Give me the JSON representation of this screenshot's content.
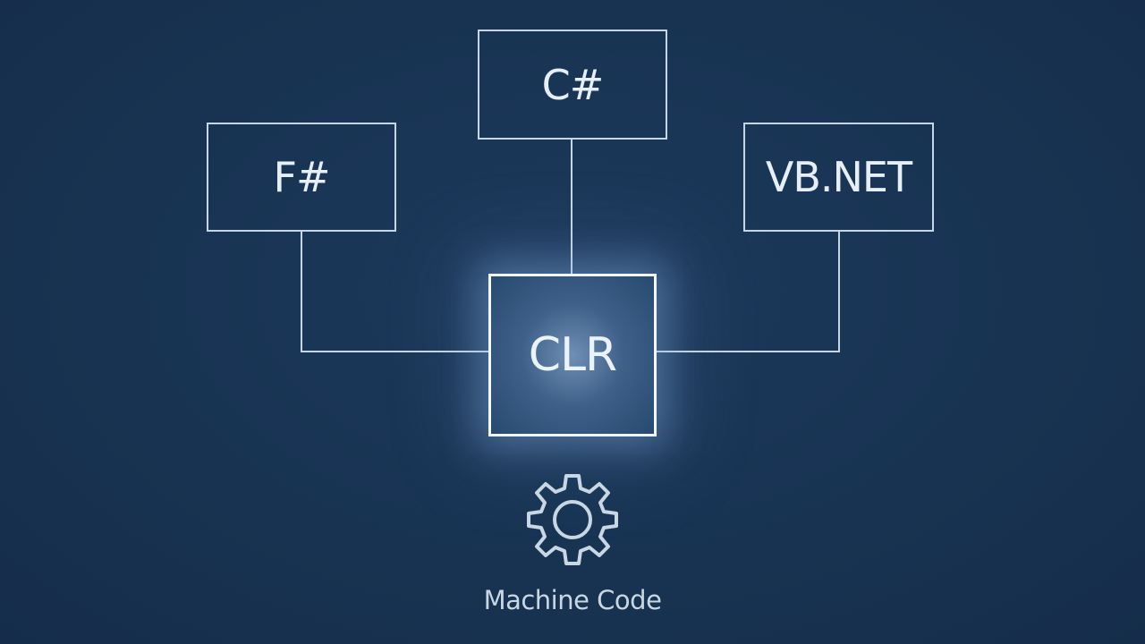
{
  "diagram": {
    "top_node": {
      "label": "C#"
    },
    "left_node": {
      "label": "F#"
    },
    "right_node": {
      "label": "VB.NET"
    },
    "center_node": {
      "label": "CLR"
    },
    "output": {
      "icon": "gear-icon",
      "label": "Machine Code"
    }
  },
  "colors": {
    "background": "#183352",
    "line": "#c7d6e6",
    "text": "#e6eef7",
    "glow": "#8fb4e0"
  }
}
